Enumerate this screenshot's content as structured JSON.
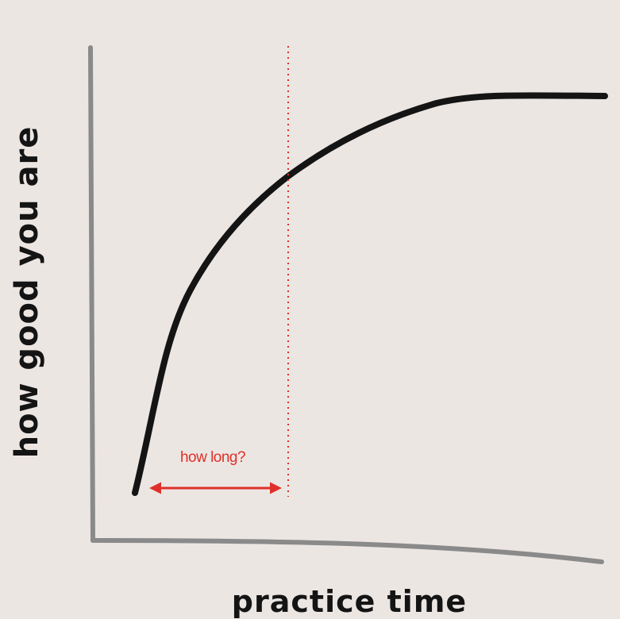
{
  "chart_data": {
    "type": "line",
    "xlabel": "practice time",
    "ylabel": "how good you are",
    "annotation": {
      "text": "how long?",
      "color": "#e03028"
    },
    "colors": {
      "curve": "#141414",
      "axes": "#8a8a8a",
      "marker": "#e03028",
      "background": "#ece6e3"
    },
    "grid": false
  }
}
